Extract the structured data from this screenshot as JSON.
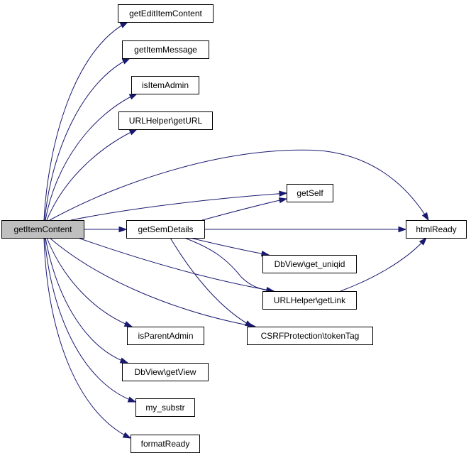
{
  "nodes": [
    {
      "id": "getItemContent",
      "label": "getItemContent",
      "root": true
    },
    {
      "id": "getEditItemContent",
      "label": "getEditItemContent"
    },
    {
      "id": "getItemMessage",
      "label": "getItemMessage"
    },
    {
      "id": "isItemAdmin",
      "label": "isItemAdmin"
    },
    {
      "id": "urlGetURL",
      "label": "URLHelper\\getURL"
    },
    {
      "id": "getSelf",
      "label": "getSelf"
    },
    {
      "id": "getSemDetails",
      "label": "getSemDetails"
    },
    {
      "id": "htmlReady",
      "label": "htmlReady"
    },
    {
      "id": "dbGetUniqid",
      "label": "DbView\\get_uniqid"
    },
    {
      "id": "urlGetLink",
      "label": "URLHelper\\getLink"
    },
    {
      "id": "csrfTokenTag",
      "label": "CSRFProtection\\tokenTag"
    },
    {
      "id": "isParentAdmin",
      "label": "isParentAdmin"
    },
    {
      "id": "dbGetView",
      "label": "DbView\\getView"
    },
    {
      "id": "mySubstr",
      "label": "my_substr"
    },
    {
      "id": "formatReady",
      "label": "formatReady"
    }
  ],
  "edges": [
    {
      "from": "getItemContent",
      "to": "getEditItemContent"
    },
    {
      "from": "getItemContent",
      "to": "getItemMessage"
    },
    {
      "from": "getItemContent",
      "to": "isItemAdmin"
    },
    {
      "from": "getItemContent",
      "to": "urlGetURL"
    },
    {
      "from": "getItemContent",
      "to": "htmlReady"
    },
    {
      "from": "getItemContent",
      "to": "getSelf"
    },
    {
      "from": "getItemContent",
      "to": "getSemDetails"
    },
    {
      "from": "getItemContent",
      "to": "urlGetLink"
    },
    {
      "from": "getItemContent",
      "to": "csrfTokenTag"
    },
    {
      "from": "getItemContent",
      "to": "isParentAdmin"
    },
    {
      "from": "getItemContent",
      "to": "dbGetView"
    },
    {
      "from": "getItemContent",
      "to": "mySubstr"
    },
    {
      "from": "getItemContent",
      "to": "formatReady"
    },
    {
      "from": "getSemDetails",
      "to": "getSelf"
    },
    {
      "from": "getSemDetails",
      "to": "htmlReady"
    },
    {
      "from": "getSemDetails",
      "to": "dbGetUniqid"
    },
    {
      "from": "getSemDetails",
      "to": "urlGetLink"
    },
    {
      "from": "getSemDetails",
      "to": "csrfTokenTag"
    },
    {
      "from": "urlGetLink",
      "to": "htmlReady"
    }
  ],
  "colors": {
    "edge": "#191970",
    "root_fill": "#bfbfbf",
    "node_fill": "#ffffff",
    "node_stroke": "#000000"
  }
}
